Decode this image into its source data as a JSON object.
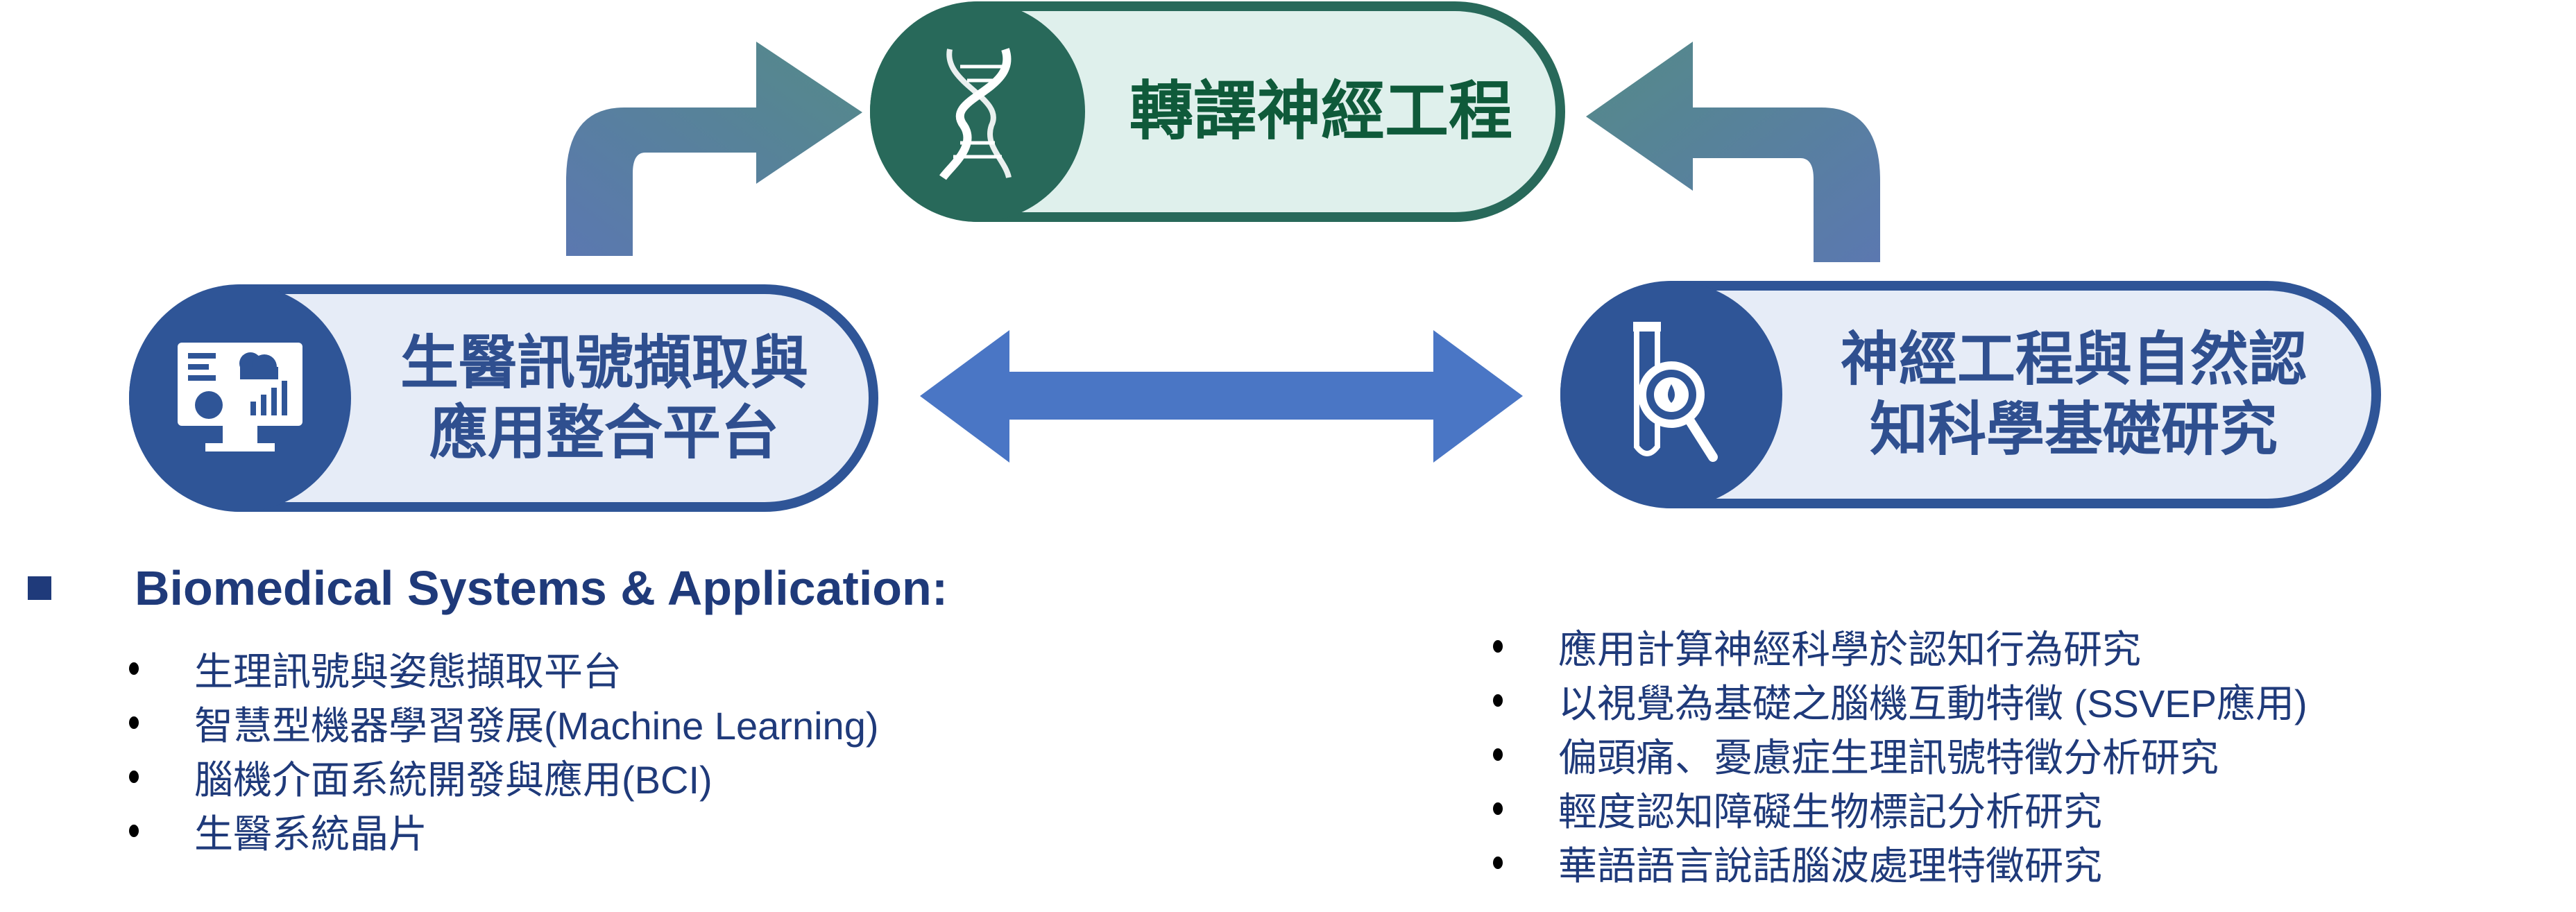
{
  "nodes": {
    "top": {
      "label": "轉譯神經工程",
      "icon": "dna-icon"
    },
    "left": {
      "line1": "生醫訊號擷取與",
      "line2": "應用整合平台",
      "icon": "monitor-chart-icon"
    },
    "right": {
      "line1": "神經工程與自然認",
      "line2": "知科學基礎研究",
      "icon": "test-tube-magnifier-icon"
    }
  },
  "left_section": {
    "heading": "Biomedical Systems & Application:",
    "items": [
      "生理訊號與姿態擷取平台",
      "智慧型機器學習發展(Machine Learning)",
      "腦機介面系統開發與應用(BCI)",
      "生醫系統晶片"
    ]
  },
  "right_section": {
    "items": [
      "應用計算神經科學於認知行為研究",
      "以視覺為基礎之腦機互動特徵 (SSVEP應用)",
      "偏頭痛、憂慮症生理訊號特徵分析研究",
      "輕度認知障礙生物標記分析研究",
      "華語語言說話腦波處理特徵研究"
    ]
  },
  "colors": {
    "green_dark": "#28695a",
    "green_light": "#dff0ec",
    "green_text": "#0f5a3a",
    "blue_dark": "#2f5597",
    "blue_light": "#e6ecf7",
    "blue_text": "#2f4f8f",
    "arrow_blue": "#4a76c5"
  }
}
